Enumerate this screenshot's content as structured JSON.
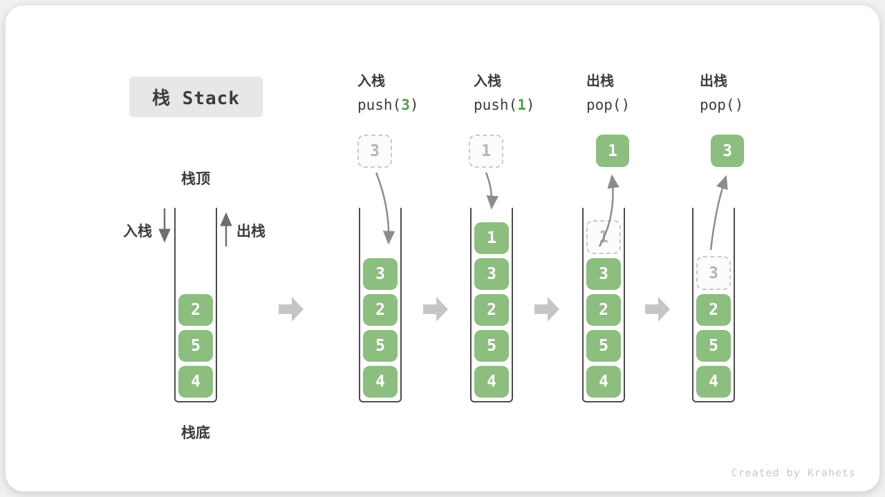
{
  "title": "栈 Stack",
  "labels": {
    "stack_top": "栈顶",
    "stack_bottom": "栈底",
    "push_side": "入栈",
    "pop_side": "出栈"
  },
  "columns": [
    {
      "op_label": "入栈",
      "code_pre": "push(",
      "code_arg": "3",
      "code_post": ")"
    },
    {
      "op_label": "入栈",
      "code_pre": "push(",
      "code_arg": "1",
      "code_post": ")"
    },
    {
      "op_label": "出栈",
      "code_pre": "pop(",
      "code_arg": "",
      "code_post": ")"
    },
    {
      "op_label": "出栈",
      "code_pre": "pop(",
      "code_arg": "",
      "code_post": ")"
    }
  ],
  "stacks": [
    {
      "items": [
        {
          "value": "2"
        },
        {
          "value": "5"
        },
        {
          "value": "4"
        }
      ]
    },
    {
      "items": [
        {
          "value": "3"
        },
        {
          "value": "2"
        },
        {
          "value": "5"
        },
        {
          "value": "4"
        }
      ]
    },
    {
      "items": [
        {
          "value": "1"
        },
        {
          "value": "3"
        },
        {
          "value": "2"
        },
        {
          "value": "5"
        },
        {
          "value": "4"
        }
      ]
    },
    {
      "items": [
        {
          "value": "1",
          "ghost": true
        },
        {
          "value": "3"
        },
        {
          "value": "2"
        },
        {
          "value": "5"
        },
        {
          "value": "4"
        }
      ]
    },
    {
      "items": [
        {
          "value": "3",
          "ghost": true
        },
        {
          "value": "2"
        },
        {
          "value": "5"
        },
        {
          "value": "4"
        }
      ]
    }
  ],
  "staging": [
    {
      "value": "3",
      "ghost": true
    },
    {
      "value": "1",
      "ghost": true
    },
    {
      "value": "1",
      "ghost": false
    },
    {
      "value": "3",
      "ghost": false
    }
  ],
  "footer": "Created by Krahets",
  "colors": {
    "box-green": "#8cbe80",
    "arg-green": "#4f9e52",
    "ghost-border": "#c9c9c9",
    "ghost-text": "#b5b5b5",
    "wall": "#4b4b4b",
    "text-dark": "#3b3b3b",
    "flow-arrow": "#c6c6c6",
    "motion-arrow": "#8c8c8c",
    "side-arrow": "#6e6e6e",
    "title-bg": "#e7e7e7",
    "footer-text": "#c9c9c9"
  }
}
